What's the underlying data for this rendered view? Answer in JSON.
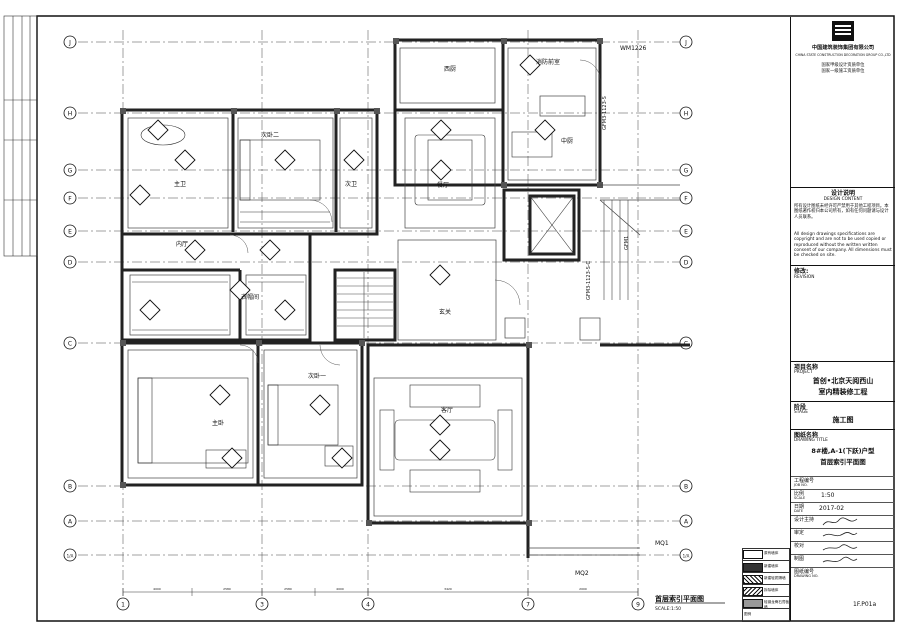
{
  "grid": {
    "rows": [
      "J",
      "H",
      "G",
      "F",
      "E",
      "D",
      "C",
      "B",
      "A",
      "1/A"
    ],
    "cols": [
      "1",
      "3",
      "4",
      "7",
      "9"
    ],
    "dims_bottom": [
      "4000",
      "2580",
      "2580",
      "4000",
      "3420",
      "2000"
    ]
  },
  "rooms": {
    "xichu": "西厨",
    "xiaofang_qianshi": "消防前室",
    "zhongchu": "中厨",
    "canting": "餐厅",
    "ciwo_er": "次卧二",
    "wei_top_left": "主卫",
    "wei_mid": "次卫",
    "neiting": "内厅",
    "yimaojian": "衣帽间",
    "xuanguan": "玄关",
    "zhuwo": "主卧",
    "ciwo_yi": "次卧一",
    "keting": "客厅"
  },
  "tags": {
    "wm": "WM1226",
    "gfm3a": "GFM3-1123-S",
    "gfm3b": "GFM3-1123-S-C",
    "gfm1": "GFM1",
    "mq1": "MQ1",
    "mq2": "MQ2"
  },
  "drawing_title": "首层索引平面图",
  "drawing_scale": "SCALE:1:50",
  "title_block": {
    "company_cn": "中国建筑装饰集团有限公司",
    "company_en": "CHINA STATE CONSTRUCTION DECORATION GROUP CO.,LTD",
    "cert1": "国家甲级设计资质单位",
    "cert2": "国家一级施工资质单位",
    "notes_title": "设计说明",
    "notes_en_title": "DESIGN CONTENT",
    "notes_cn": "所有设计图纸未经许可严禁用于其他工程项目。本图纸著作权归本公司所有，如有任何问题请与设计人员联系。",
    "notes_en": "All design drawings specifications are copyright and are not to be used copied or reproduced without the written written consent of our company. All dimensions must be checked on site.",
    "revision_label": "修改:",
    "revision_en": "REVISION",
    "project_label": "项目名称",
    "project_en": "PROJECT",
    "project_name_1": "首创•北京天阅西山",
    "project_name_2": "室内精装修工程",
    "stage_label": "阶段",
    "stage_en": "STAGE",
    "stage": "施工图",
    "drawing_title_label": "图纸名称",
    "drawing_title_en": "DRAWING TITLE",
    "drawing_name_1": "8#楼,A-1(下跃)户型",
    "drawing_name_2": "首层索引平面图",
    "job_no_label": "工程编号",
    "job_no_en": "JOB NO.",
    "scale_label": "比例",
    "scale_en": "SCALE",
    "scale": "1:50",
    "date_label": "日期",
    "date_en": "DATE",
    "date": "2017-02",
    "designer_label": "设计主持",
    "approved_label": "审定",
    "checked_label": "校对",
    "drawn_label": "制图",
    "drawing_no_label": "图纸编号",
    "drawing_no_en": "DRAWING NO.",
    "drawing_no": "1F.P01a"
  },
  "legend": {
    "title": "图例",
    "items": [
      "原有墙体",
      "新建墙体",
      "新建轻质隔墙",
      "拆除墙体",
      "轻钢龙骨石膏板墙"
    ]
  }
}
